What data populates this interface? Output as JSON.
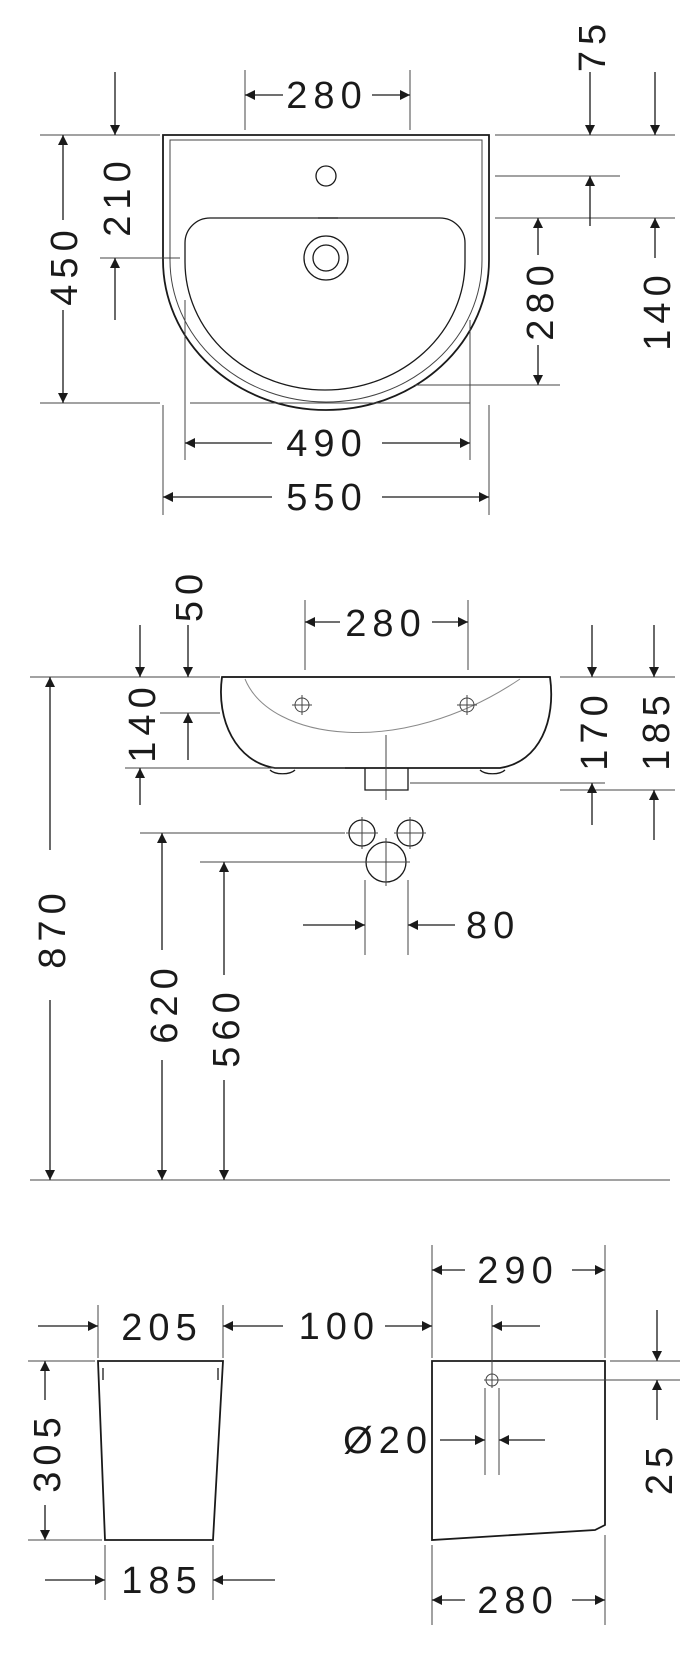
{
  "top_view": {
    "tap_spacing": "280",
    "offset_75": "75",
    "depth_210": "210",
    "depth_450": "450",
    "overflow_280": "280",
    "depth_140": "140",
    "inner_width": "490",
    "outer_width": "550"
  },
  "front_view": {
    "offset_50": "50",
    "height_140": "140",
    "hole_spacing": "280",
    "height_170": "170",
    "height_185": "185",
    "rim_height": "870",
    "supply_height": "620",
    "waste_height": "560",
    "waste_width": "80"
  },
  "pedestal_side": {
    "top_width": "205",
    "height": "305",
    "bottom_width": "185"
  },
  "pedestal_front": {
    "top_width": "290",
    "offset_100": "100",
    "hole_diameter": "Ø20",
    "hole_offset": "25",
    "bottom_width": "280"
  }
}
